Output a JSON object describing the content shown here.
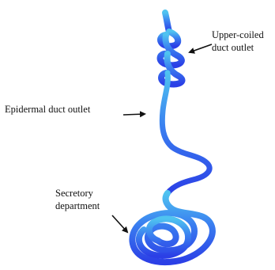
{
  "labels": {
    "upper_coiled_line1": "Upper-coiled",
    "upper_coiled_line2": "duct outlet",
    "epidermal": "Epidermal duct outlet",
    "secretory_line1": "Secretory",
    "secretory_line2": "department"
  },
  "colors": {
    "duct_light": "#4fc3f0",
    "duct_mid": "#3a7ff0",
    "duct_deep": "#2b3fe6",
    "arrow": "#111111",
    "text": "#111111",
    "background": "#ffffff"
  }
}
